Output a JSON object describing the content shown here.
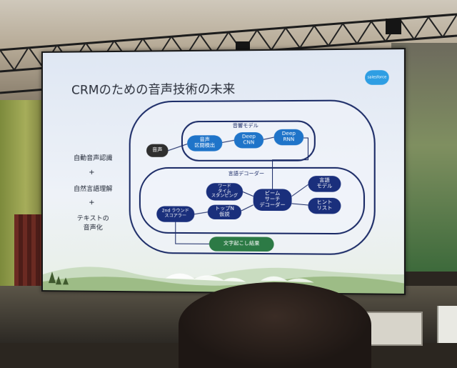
{
  "slide": {
    "title": "CRMのための音声技術の未来",
    "logo_text": "salesforce",
    "left_labels": [
      "自動音声認識",
      "+",
      "自然言語理解",
      "+",
      "テキストの\n音声化"
    ],
    "acoustic_model": {
      "label": "音響モデル",
      "input": "音声",
      "nodes": [
        "音声\n区間検出",
        "Deep\nCNN",
        "Deep\nRNN"
      ]
    },
    "decoder": {
      "label": "言語デコーダー",
      "nodes": [
        "ワード\nタイム\nスタンピング",
        "トップN\n仮説",
        "ビーム\nサーチ\nデコーダー",
        "言語\nモデル",
        "ヒント\nリスト",
        "2nd ラウンド\nスコアラー"
      ]
    },
    "output": "文字起こし結果"
  },
  "colors": {
    "screen_bg": "#eef2f8",
    "node_blue": "#1f74c9",
    "node_navy": "#1a2f7c",
    "node_green": "#2c7a45",
    "frame": "#1a2a66"
  }
}
